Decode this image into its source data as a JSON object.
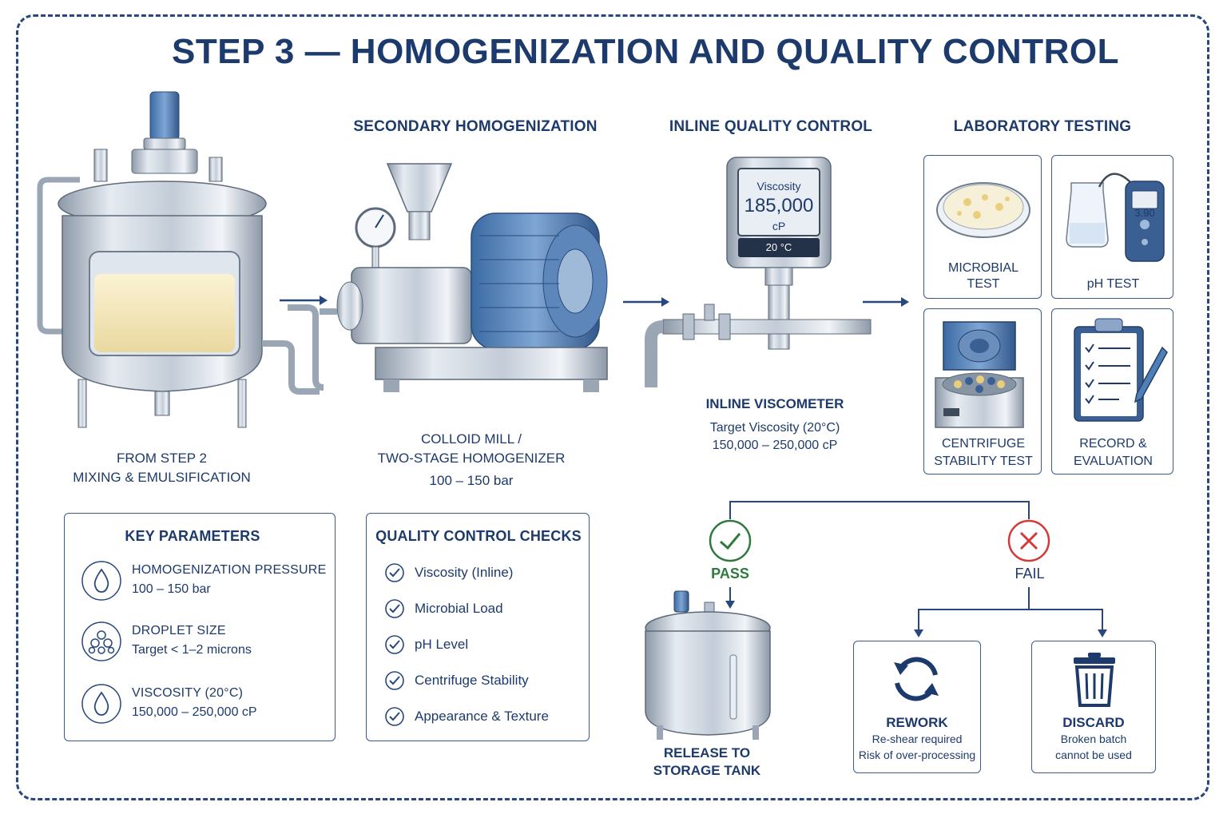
{
  "title": "STEP 3 — HOMOGENIZATION AND QUALITY CONTROL",
  "sections": {
    "secondary": "SECONDARY HOMOGENIZATION",
    "inline_qc": "INLINE QUALITY CONTROL",
    "lab": "LABORATORY TESTING"
  },
  "from_step": {
    "line1": "FROM STEP 2",
    "line2": "MIXING & EMULSIFICATION"
  },
  "mill": {
    "line1": "COLLOID MILL /",
    "line2": "TWO-STAGE HOMOGENIZER",
    "pressure": "100 – 150 bar",
    "gauge_colors": {
      "accent": "#3a6fb0"
    }
  },
  "viscometer": {
    "screen_label": "Viscosity",
    "screen_value": "185,000",
    "screen_unit": "cP",
    "screen_temp": "20 °C",
    "name": "INLINE VISCOMETER",
    "target_label": "Target Viscosity (20°C)",
    "target_range": "150,000 – 250,000 cP"
  },
  "lab_tests": {
    "microbial": {
      "line1": "MICROBIAL",
      "line2": "TEST"
    },
    "ph": {
      "label": "pH TEST",
      "meter_value": "3.90"
    },
    "centrifuge": {
      "line1": "CENTRIFUGE",
      "line2": "STABILITY TEST"
    },
    "record": {
      "line1": "RECORD &",
      "line2": "EVALUATION"
    }
  },
  "key_parameters": {
    "heading": "KEY PARAMETERS",
    "items": [
      {
        "icon": "drop-icon",
        "name": "HOMOGENIZATION PRESSURE",
        "value": "100 – 150 bar"
      },
      {
        "icon": "droplets-icon",
        "name": "DROPLET SIZE",
        "value": "Target < 1–2 microns"
      },
      {
        "icon": "drop-icon",
        "name": "VISCOSITY (20°C)",
        "value": "150,000 – 250,000 cP"
      }
    ]
  },
  "qc_checks": {
    "heading": "QUALITY CONTROL CHECKS",
    "items": [
      "Viscosity (Inline)",
      "Microbial Load",
      "pH Level",
      "Centrifuge Stability",
      "Appearance & Texture"
    ]
  },
  "decision": {
    "pass": "PASS",
    "fail": "FAIL",
    "release_line1": "RELEASE TO",
    "release_line2": "STORAGE TANK",
    "rework": {
      "title": "REWORK",
      "line1": "Re-shear required",
      "line2": "Risk of over-processing"
    },
    "discard": {
      "title": "DISCARD",
      "line1": "Broken batch",
      "line2": "cannot be used"
    }
  },
  "colors": {
    "navy": "#1d3a6c",
    "pass_green": "#2e7a3d",
    "fail_red": "#d23a3a",
    "steel": "#b9c3cf",
    "cream": "#f4e6b6",
    "motor_blue": "#4f7fb6"
  }
}
